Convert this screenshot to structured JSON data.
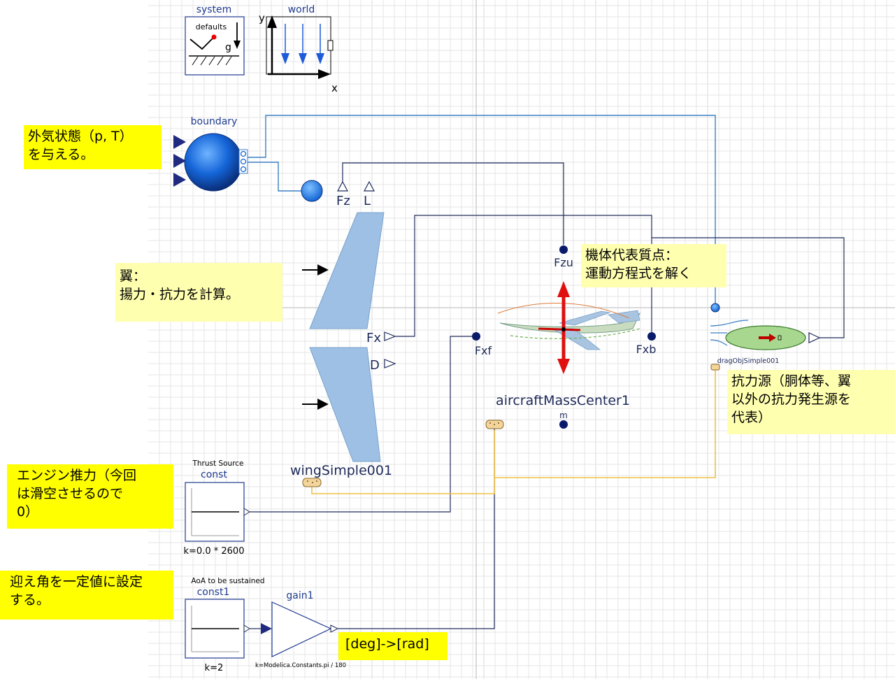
{
  "components": {
    "system": {
      "name": "system",
      "icon_text": "defaults",
      "g_label": "g"
    },
    "world": {
      "name": "world",
      "y_axis": "y",
      "x_axis": "x"
    },
    "boundary": {
      "name": "boundary"
    },
    "wing": {
      "name": "wingSimple001",
      "port_fz": "Fz",
      "port_l": "L",
      "port_fx": "Fx",
      "port_d": "D"
    },
    "aircraft": {
      "name": "aircraftMassCenter1",
      "port_fzu": "Fzu",
      "port_fxf": "Fxf",
      "port_fxb": "Fxb",
      "port_m": "m"
    },
    "drag": {
      "name": "dragObjSimple001"
    },
    "thrust": {
      "title": "Thrust Source",
      "name": "const",
      "param": "k=0.0 * 2600"
    },
    "aoa": {
      "title": "AoA to be sustained",
      "name": "const1",
      "param": "k=2"
    },
    "gain": {
      "name": "gain1",
      "param": "k=Modelica.Constants.pi / 180"
    }
  },
  "notes": {
    "boundary_note": "外気状態（p, T）\nを与える。",
    "wing_note": "翼：\n揚力・抗力を計算。",
    "aircraft_note": "機体代表質点：\n運動方程式を解く",
    "drag_note": "抗力源（胴体等、翼\n以外の抗力発生源を\n代表）",
    "thrust_note": "エンジン推力（今回\nは滑空させるので\n0）",
    "aoa_note": "迎え角を一定値に設定\nする。",
    "gain_note": "[deg]->[rad]"
  },
  "colors": {
    "background": "#ffffff",
    "canvas": "#ffffff",
    "grid": "#d8d8d8",
    "highlight_note": "#ffff00",
    "pale_note": "#ffffb0",
    "signal_line": "#1e2a5a",
    "fluid_line": "#3b7fc4",
    "heat_line": "#f0c040",
    "component_blue": "#1f3b8f",
    "wing_fill": "#9dc0e4",
    "drag_fill": "#a8d890"
  }
}
